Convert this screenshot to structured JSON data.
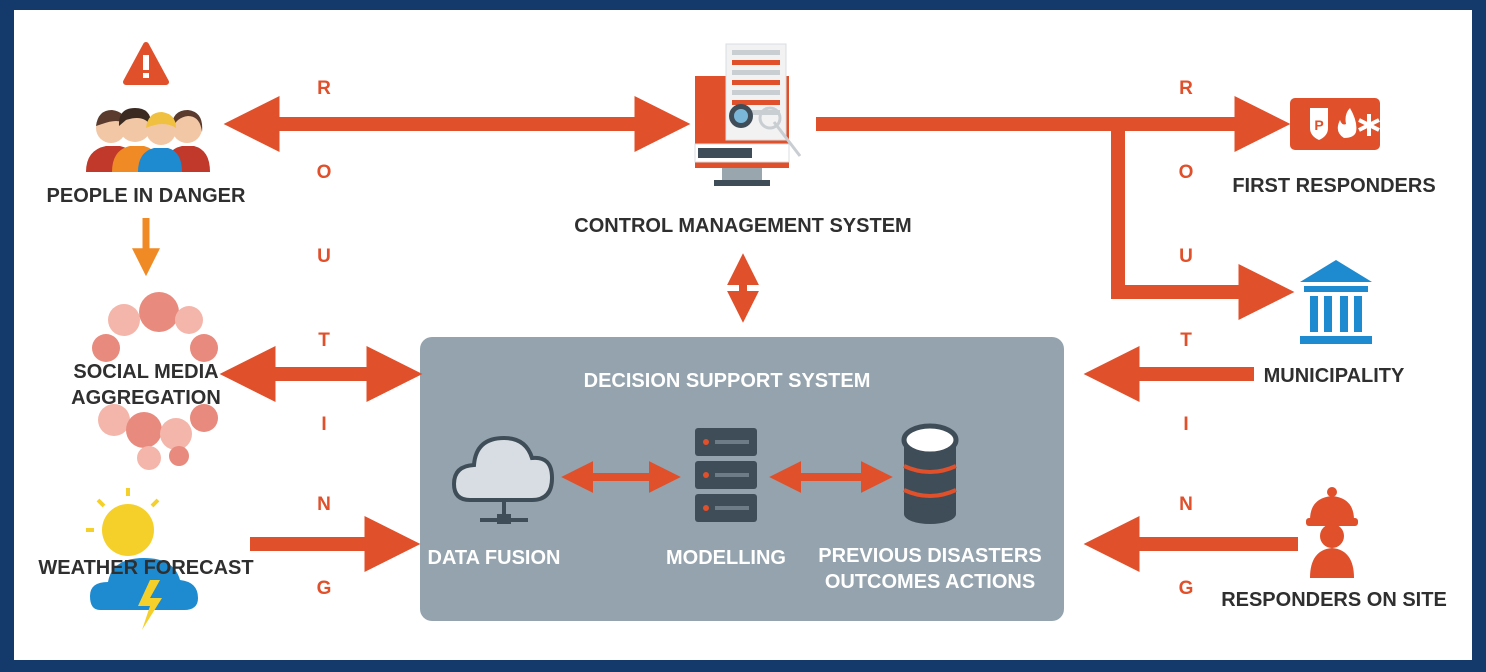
{
  "labels": {
    "people_in_danger": "PEOPLE IN DANGER",
    "social_media_1": "SOCIAL MEDIA",
    "social_media_2": "AGGREGATION",
    "weather_forecast": "WEATHER FORECAST",
    "control_management": "CONTROL MANAGEMENT SYSTEM",
    "decision_support": "DECISION SUPPORT SYSTEM",
    "data_fusion": "DATA FUSION",
    "modelling": "MODELLING",
    "previous_1": "PREVIOUS DISASTERS",
    "previous_2": "OUTCOMES ACTIONS",
    "first_responders": "FIRST RESPONDERS",
    "municipality": "MUNICIPALITY",
    "responders_on_site": "RESPONDERS ON SITE"
  },
  "routing_left": [
    "R",
    "O",
    "U",
    "T",
    "I",
    "N",
    "G"
  ],
  "routing_right": [
    "R",
    "O",
    "U",
    "T",
    "I",
    "N",
    "G"
  ],
  "colors": {
    "accent": "#e0502b",
    "orange_down": "#f08a25",
    "panel_gray": "#94a3ad",
    "dark_slate": "#3f4d58",
    "blue": "#1e8ad0",
    "frame_blue": "#143a6b"
  },
  "icons": {
    "people": "people-group-icon",
    "warning": "warning-icon",
    "social": "social-media-cluster-icon",
    "weather": "sun-cloud-lightning-icon",
    "control": "monitor-icon",
    "cloud": "cloud-network-icon",
    "server": "server-rack-icon",
    "database": "database-icon",
    "first_responders": "emergency-services-icon",
    "municipality": "government-building-icon",
    "responder": "firefighter-icon"
  }
}
